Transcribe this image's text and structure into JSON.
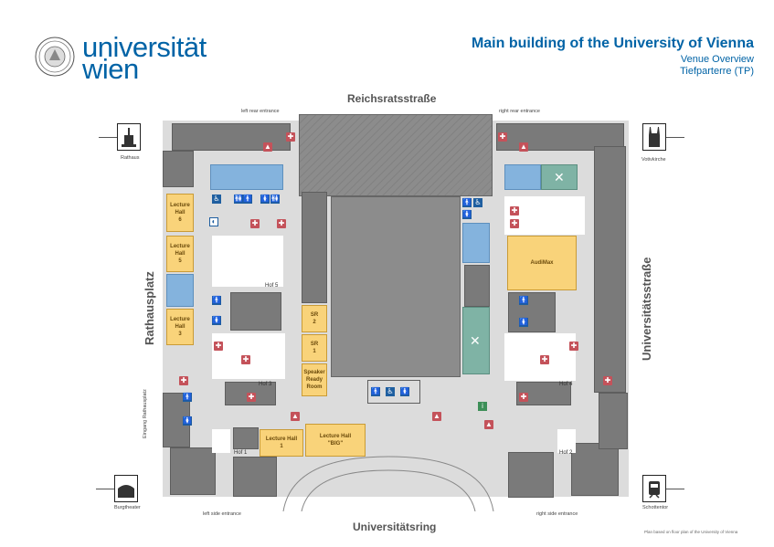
{
  "logo": {
    "line1": "universität",
    "line2": "wien",
    "seal_icon": "university-seal-icon"
  },
  "header": {
    "title": "Main building of the University of Vienna",
    "subtitle": "Venue Overview",
    "floor": "Tiefparterre (TP)"
  },
  "streets": {
    "top": "Reichsratsstraße",
    "bottom": "Universitätsring",
    "left": "Rathausplatz",
    "right": "Universitätsstraße"
  },
  "entrances": {
    "left_rear": "left rear entrance",
    "right_rear": "right rear entrance",
    "left_side": "left side entrance",
    "right_side": "right side entrance",
    "rathausplatz": "Eingang Rathausplatz"
  },
  "landmarks": {
    "top_left": "Rathaus",
    "top_right": "Votivkirche",
    "bottom_left": "Burgtheater",
    "bottom_right": "Schottentor"
  },
  "rooms": {
    "lh6": [
      "Lecture",
      "Hall",
      "6"
    ],
    "lh5": [
      "Lecture",
      "Hall",
      "5"
    ],
    "lh3": [
      "Lecture",
      "Hall",
      "3"
    ],
    "sr2": [
      "SR",
      "2"
    ],
    "sr1": [
      "SR",
      "1"
    ],
    "speaker": [
      "Speaker",
      "Ready",
      "Room"
    ],
    "lh1": [
      "Lecture Hall",
      "1"
    ],
    "lh_big": [
      "Lecture Hall",
      "\"BIG\""
    ],
    "audimax": "AudiMax"
  },
  "courtyards": {
    "hof5": "Hof 5",
    "hof3": "Hof 3",
    "hof1": "Hof 1",
    "hof4": "Hof 4",
    "hof2": "Hof 2"
  },
  "footer": "Plan based on floor plan of the University of Vienna",
  "colors": {
    "brand": "#0063a6",
    "building": "#7a7a7a",
    "corridor": "#dcdcdc",
    "lecture_hall": "#f9d37a",
    "catering": "#84b3dd",
    "restaurant": "#7fb3a5",
    "emergency": "#c4525a"
  }
}
